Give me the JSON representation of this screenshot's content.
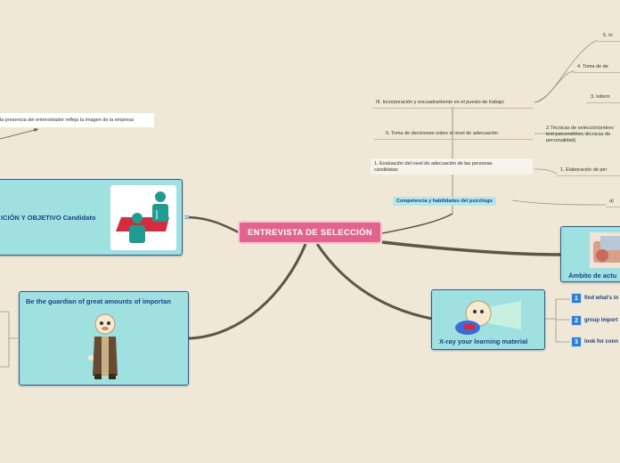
{
  "central": {
    "title": "ENTREVISTA DE SELECCIÓN"
  },
  "left": {
    "note": "la presencia del entrevistador refleja la imagen de la empresa",
    "card1_title": "ICIÓN Y OBJETIVO Candidato",
    "card1_menu_icon": "list-icon",
    "card2_title": "Be the guardian of great amounts of importan"
  },
  "right_top": {
    "items": [
      "5.     In",
      "4.     Toma de de",
      "3.     Inform",
      "2.Técnicas de selección(entrev",
      "test psicométrico, técnicas de",
      "personalidad)",
      "1.     Elaboración de per",
      "a)"
    ]
  },
  "center_upper": {
    "iii": "III.    Incorporación y encuadramiento en el puesto de trabajo",
    "ii": "II.     Toma de decisiones sobre el nivel de adecuación",
    "i_line1": "1.      Evaluación del nivel de adecuación  de las personas",
    "i_line2": "candidatas",
    "competencia": "Competencia y habilidades del psicólogo"
  },
  "right_cards": {
    "ambito_title": "Ámbito de actu",
    "xray_title": "X-ray your learning material",
    "steps": [
      {
        "num": "1",
        "label": "find what's in"
      },
      {
        "num": "2",
        "label": "group import"
      },
      {
        "num": "3",
        "label": "look for conn"
      }
    ]
  },
  "colors": {
    "background": "#efe8d6",
    "central": "#e2648d",
    "card": "#9fe1e1",
    "card_border": "#2f5a8f",
    "title_text": "#1b3f86"
  }
}
